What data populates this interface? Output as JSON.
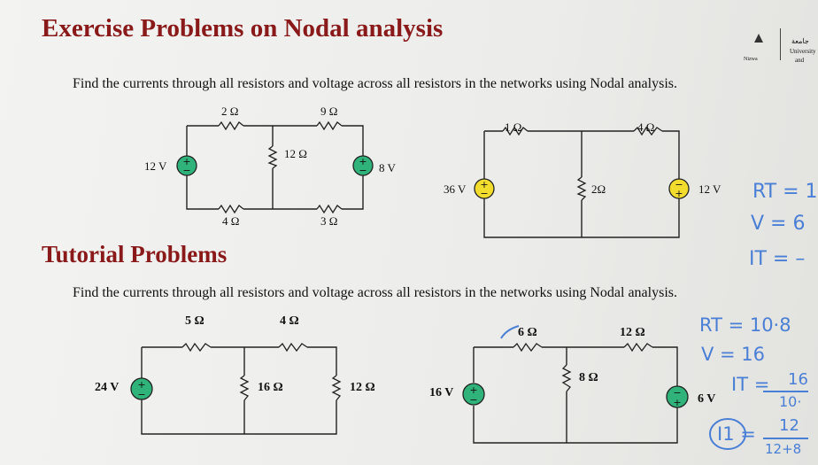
{
  "headings": {
    "exercise": "Exercise Problems on Nodal analysis",
    "tutorial": "Tutorial Problems"
  },
  "instructions": {
    "exercise": "Find the currents through all resistors and voltage across all resistors in the networks using Nodal analysis.",
    "tutorial": "Find the currents through all resistors and voltage across all resistors in the networks using Nodal analysis."
  },
  "logo": {
    "text_top": "جامعة",
    "text_mid": "University",
    "text_bot": "and",
    "sub": "Nizwa"
  },
  "circuit1": {
    "r_top_left": "2 Ω",
    "r_top_right": "9 Ω",
    "r_mid": "12 Ω",
    "r_bot_left": "4 Ω",
    "r_bot_right": "3 Ω",
    "v_left": "12 V",
    "v_right": "8 V"
  },
  "circuit2": {
    "r_top_left": "1 Ω",
    "r_top_right": "4 Ω",
    "r_mid": "2Ω",
    "v_left": "36 V",
    "v_right": "12 V"
  },
  "circuit3": {
    "r_top_left": "5 Ω",
    "r_top_right": "4 Ω",
    "r_mid": "16 Ω",
    "r_right": "12 Ω",
    "v_left": "24 V"
  },
  "circuit4": {
    "r_top_left": "6 Ω",
    "r_top_right": "12 Ω",
    "r_mid": "8 Ω",
    "v_left": "16 V",
    "v_right": "6 V"
  },
  "handwriting": {
    "n1": "RT = 1",
    "n2": "V = 6",
    "n3": "IT = –",
    "n4": "RT = 10·8",
    "n5": "V = 16",
    "n6": "IT =",
    "n6num": "16",
    "n6den": "10·",
    "n7": "I1 =",
    "n7num": "12",
    "n7den": "12+8"
  }
}
